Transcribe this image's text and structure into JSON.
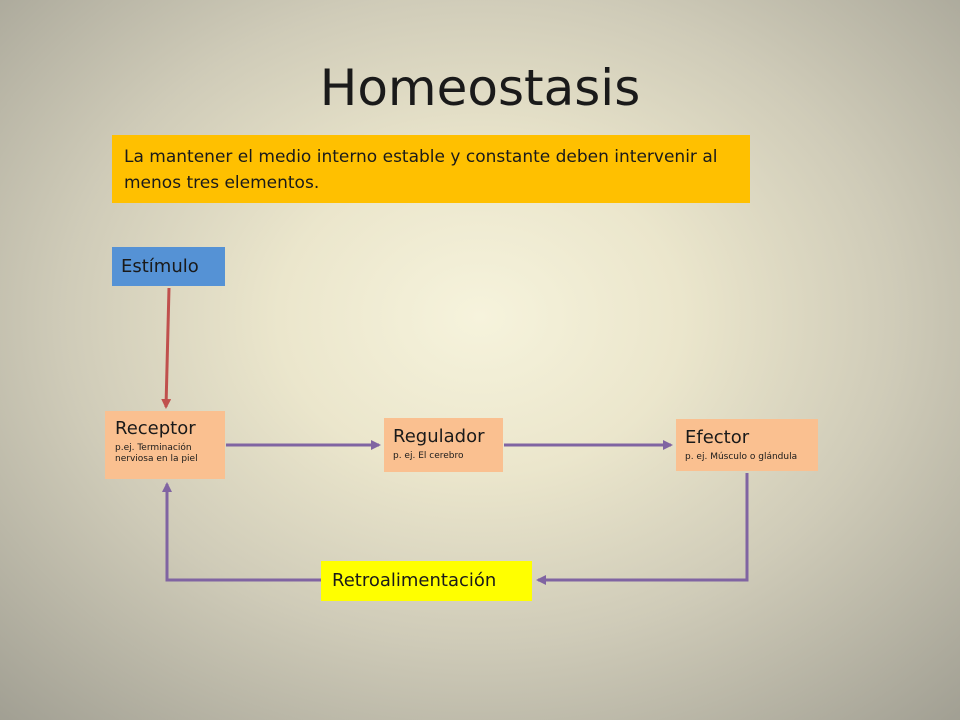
{
  "title": "Homeostasis",
  "note": "La mantener el medio interno estable y constante deben intervenir al menos tres elementos.",
  "nodes": {
    "estimulo": {
      "label": "Estímulo"
    },
    "receptor": {
      "label": "Receptor",
      "detail": "p.ej. Terminación nerviosa en la piel"
    },
    "regulador": {
      "label": "Regulador",
      "detail": "p. ej. El cerebro"
    },
    "efector": {
      "label": "Efector",
      "detail": "p. ej. Músculo o glándula"
    },
    "retroalimentacion": {
      "label": "Retroalimentación"
    }
  },
  "colors": {
    "note_fill": "#ffc000",
    "estimulo_fill": "#5592d5",
    "process_fill": "#fac090",
    "feedback_fill": "#ffff00",
    "stimulus_arrow": "#c0504d",
    "flow_arrow": "#8064a2"
  }
}
